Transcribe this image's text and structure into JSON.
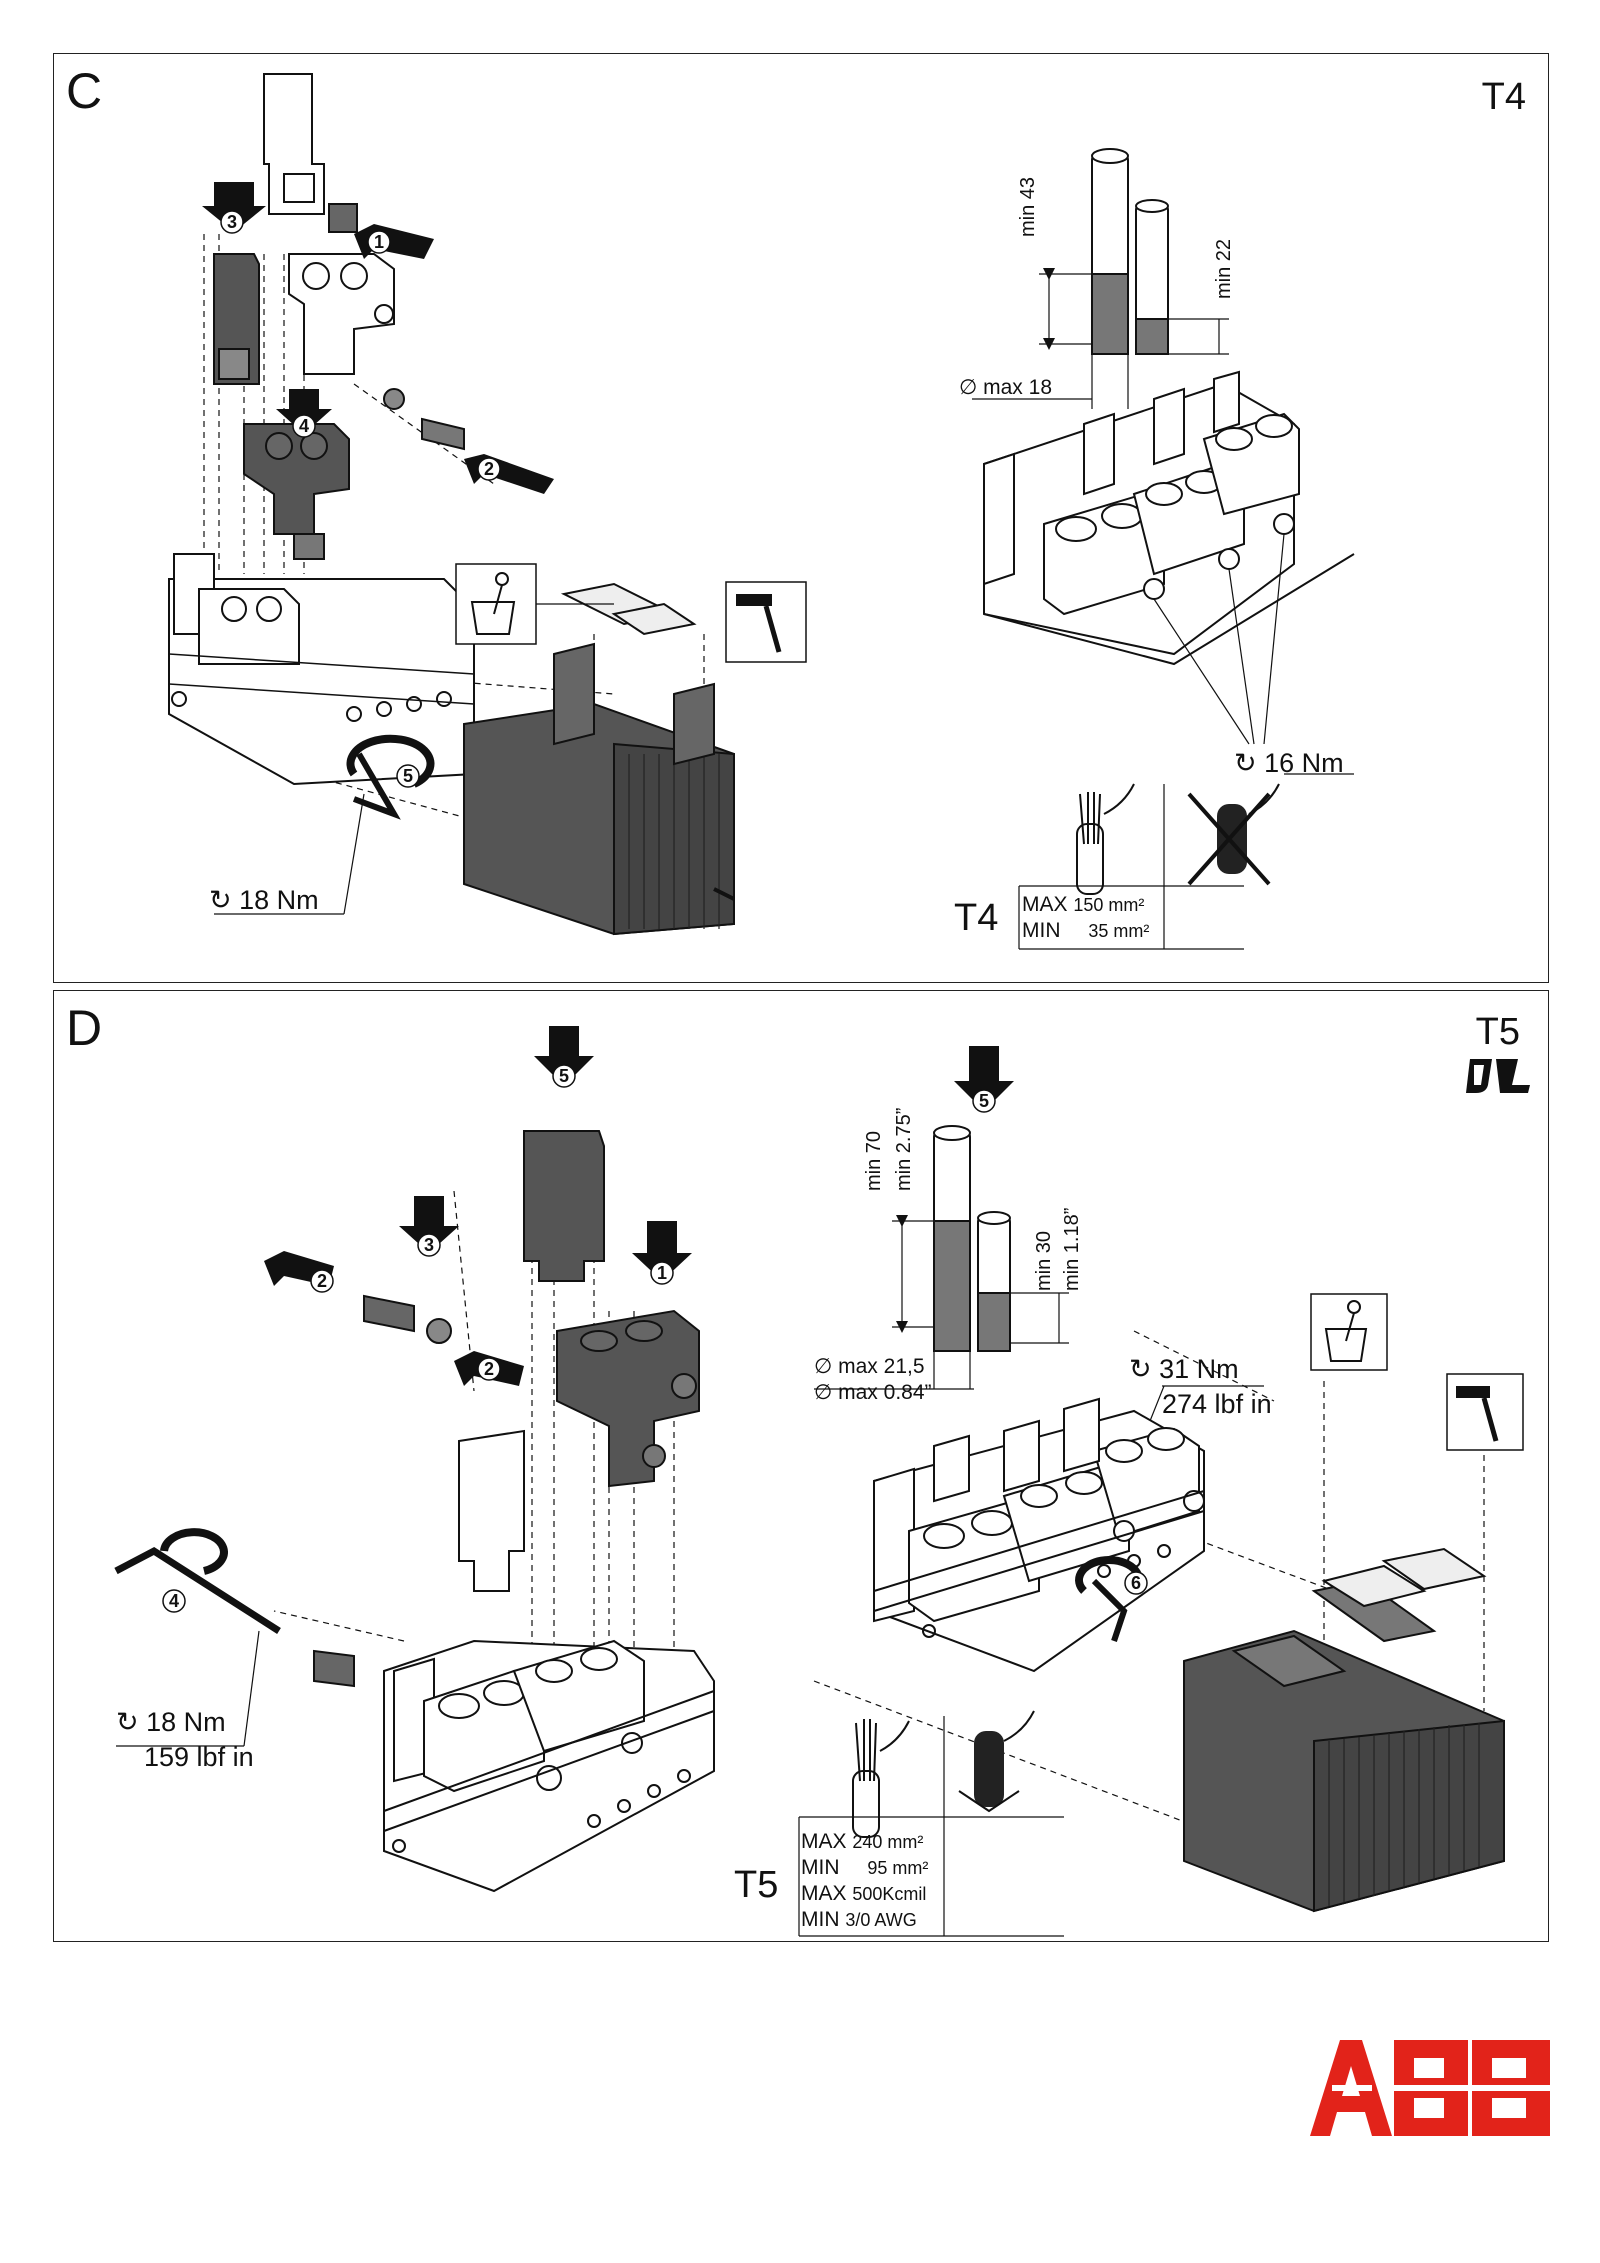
{
  "panel_c": {
    "letter": "C",
    "model_tag": "T4",
    "steps": [
      "1",
      "2",
      "3",
      "4",
      "5"
    ],
    "torque_left": "18 Nm",
    "torque_right": "16 Nm",
    "dim_min_43": "min 43",
    "dim_min_22": "min 22",
    "dim_dia": "∅ max 18",
    "cable_table": {
      "model": "T4",
      "max_label": "MAX",
      "max_value": "150 mm²",
      "min_label": "MIN",
      "min_value": "35 mm²"
    }
  },
  "panel_d": {
    "letter": "D",
    "model_tag": "T5",
    "ul_mark": "UL",
    "steps": [
      "1",
      "2",
      "2",
      "3",
      "4",
      "5",
      "6"
    ],
    "torque_left_nm": "18 Nm",
    "torque_left_lbf": "159 lbf in",
    "torque_right_nm": "31 Nm",
    "torque_right_lbf": "274 lbf in",
    "dim_min_70": "min 70",
    "dim_min_275": "min 2.75”",
    "dim_min_30": "min 30",
    "dim_min_118": "min 1.18”",
    "dim_dia_mm": "∅ max 21,5",
    "dim_dia_in": "∅ max 0.84”",
    "cable_table": {
      "model": "T5",
      "max_label": "MAX",
      "max_value": "240 mm²",
      "min_label": "MIN",
      "min_value": "95 mm²",
      "max2_label": "MAX",
      "max2_value": "500Kcmil",
      "min2_label": "MIN",
      "min2_value": "3/0 AWG"
    }
  },
  "brand": {
    "logo_text": "ABB",
    "color": "#e2231a"
  },
  "icons": [
    "trash-bin-icon",
    "hammer-icon",
    "torque-wrench-icon",
    "stranded-cable-icon",
    "no-cable-icon"
  ]
}
